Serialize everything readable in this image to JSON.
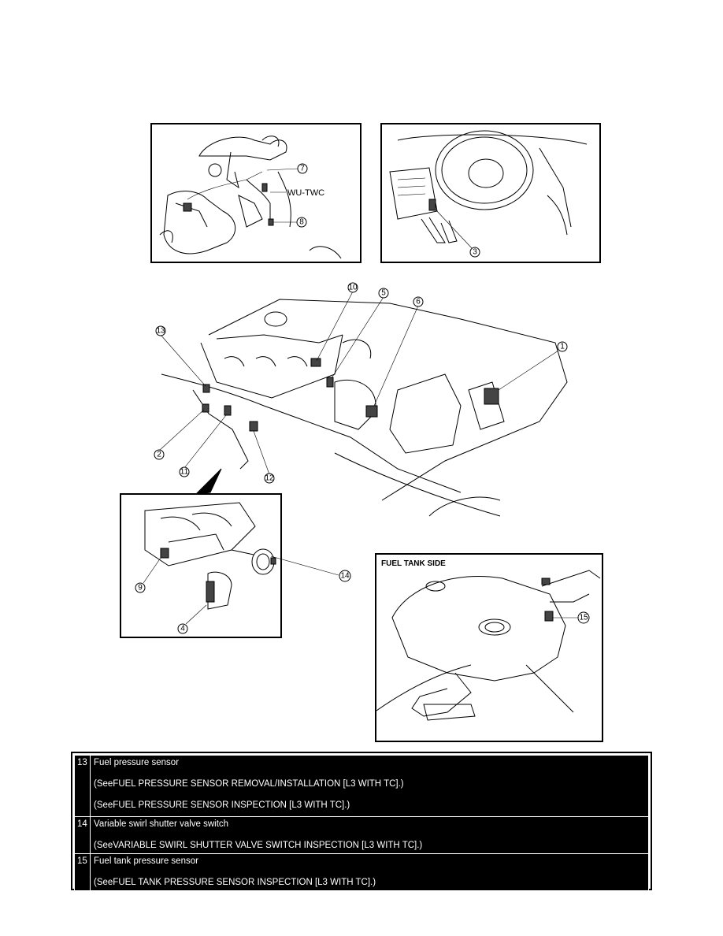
{
  "diagrams": {
    "exhaust": {
      "labels": [
        "7",
        "8"
      ],
      "text_label": "WU-TWC"
    },
    "cabin": {
      "labels": [
        "3"
      ]
    },
    "engine": {
      "labels": [
        "10",
        "5",
        "6",
        "1",
        "13",
        "2",
        "11",
        "12"
      ]
    },
    "intake": {
      "labels": [
        "9",
        "4",
        "14"
      ]
    },
    "fuel_tank": {
      "title": "FUEL TANK SIDE",
      "labels": [
        "15"
      ]
    }
  },
  "table": {
    "rows": [
      {
        "num": "13",
        "name": "Fuel pressure sensor",
        "refs": [
          "(SeeFUEL PRESSURE SENSOR REMOVAL/INSTALLATION [L3 WITH TC].)",
          "(SeeFUEL PRESSURE SENSOR INSPECTION [L3 WITH TC].)"
        ]
      },
      {
        "num": "14",
        "name": "Variable swirl shutter valve switch",
        "refs": [
          "(SeeVARIABLE SWIRL SHUTTER VALVE SWITCH INSPECTION [L3 WITH TC].)"
        ]
      },
      {
        "num": "15",
        "name": "Fuel tank pressure sensor",
        "refs": [
          "(SeeFUEL TANK PRESSURE SENSOR INSPECTION [L3 WITH TC].)"
        ]
      }
    ]
  }
}
